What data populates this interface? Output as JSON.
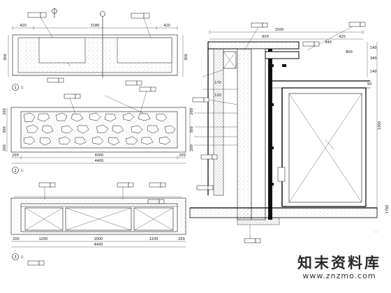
{
  "views": {
    "plan_top": {
      "dims_top": [
        "420",
        "3180",
        "420"
      ],
      "dim_left": "300",
      "dim_right": "300",
      "title_no": "1",
      "marker": "1:"
    },
    "elevation_mid": {
      "dims_left": [
        "200",
        "300",
        "200"
      ],
      "dims_right": [
        "200",
        "300",
        "200"
      ],
      "dim_bottom_inner": "4000",
      "dim_bottom_total": "4400",
      "dim_200_left": "200",
      "dim_200_right": "200",
      "title_no": "2",
      "marker": "1:"
    },
    "elevation_bottom": {
      "dims_bottom": [
        "200",
        "1200",
        "2000",
        "1200",
        "200"
      ],
      "dim_bottom_total": "4400",
      "title_no": "3",
      "marker": "1:"
    },
    "section": {
      "dim_top_total": "1500",
      "dim_top_parts": [
        "600",
        "420"
      ],
      "dim_right_a": "140",
      "dim_right_b": "340",
      "dim_right_c": "140",
      "dim_right_total": "1300",
      "dim_inner_a": "1760",
      "dim_inner_b": "50",
      "dim_inner_c": "440",
      "dim_inner_d": "800",
      "dim_left_a": "170",
      "dim_left_b": "120"
    }
  },
  "watermark": {
    "text_cn": "知末资料库",
    "url": "www.znzmo.com"
  }
}
